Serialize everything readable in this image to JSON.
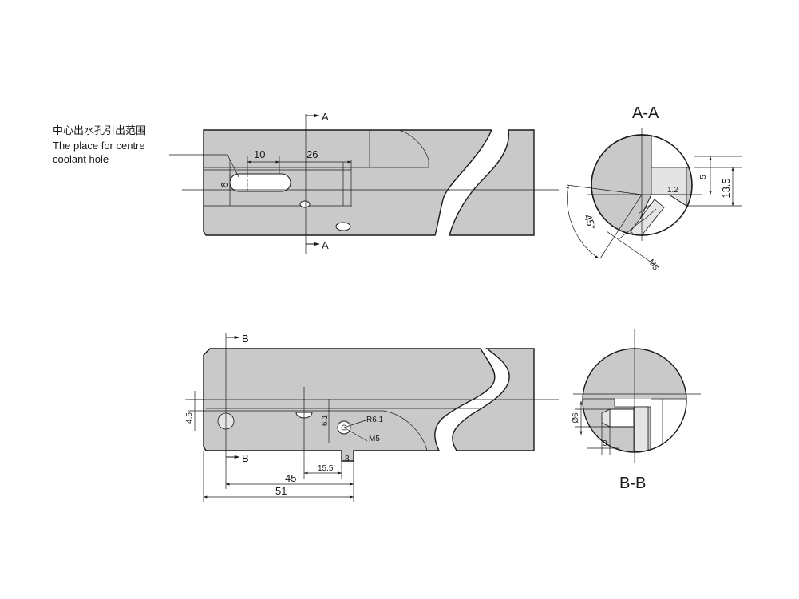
{
  "note": {
    "chinese": "中心出水孔引出范围",
    "line1": "The place for centre",
    "line2": "coolant hole"
  },
  "top_view": {
    "section_mark_top": "A",
    "section_mark_bottom": "A",
    "dim_10": "10",
    "dim_26": "26",
    "dim_6": "6"
  },
  "section_aa": {
    "title": "A-A",
    "dim_5": "5",
    "dim_13_5": "13.5",
    "dim_1_2": "1.2",
    "angle_45": "45°",
    "thread_m5": "M5"
  },
  "bottom_view": {
    "section_mark_top": "B",
    "section_mark_bottom": "B",
    "dim_4_5": "4.5",
    "dim_6_1": "6.1",
    "radius_r6_1": "R6.1",
    "thread_m5": "M5",
    "dim_3": "3",
    "dim_15_5": "15.5",
    "dim_45": "45",
    "dim_51": "51"
  },
  "section_bb": {
    "title": "B-B",
    "dia_6": "Ø6",
    "dim_3": "3"
  }
}
